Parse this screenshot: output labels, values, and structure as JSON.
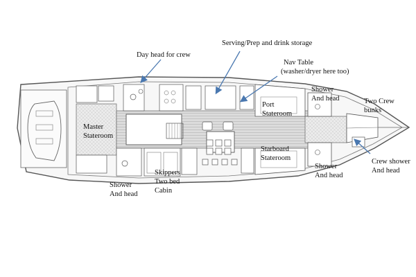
{
  "labels": {
    "day_head": "Day head for crew",
    "serving_prep": "Serving/Prep and drink storage",
    "nav_table_1": "Nav Table",
    "nav_table_2": "(washer/dryer here too)",
    "shower_fwd_1": "Shower",
    "shower_fwd_2": "And head",
    "two_crew_1": "Two  Crew",
    "two_crew_2": "bunks",
    "master_1": "Master",
    "master_2": "Stateroom",
    "port_1": "Port",
    "port_2": "Stateroom",
    "starboard_1": "Starboard",
    "starboard_2": "Stateroom",
    "shower_stbd_1": "Shower",
    "shower_stbd_2": "And head",
    "crew_shower_1": "Crew shower",
    "crew_shower_2": "And head",
    "shower_aft_1": "Shower",
    "shower_aft_2": "And head",
    "skippers_1": "Skippers",
    "skippers_2": "Two bed",
    "skippers_3": "Cabin"
  },
  "colors": {
    "line": "#555555",
    "arrow": "#4a78b0",
    "floor": "#d7d7d7",
    "label_text": "#111111"
  }
}
